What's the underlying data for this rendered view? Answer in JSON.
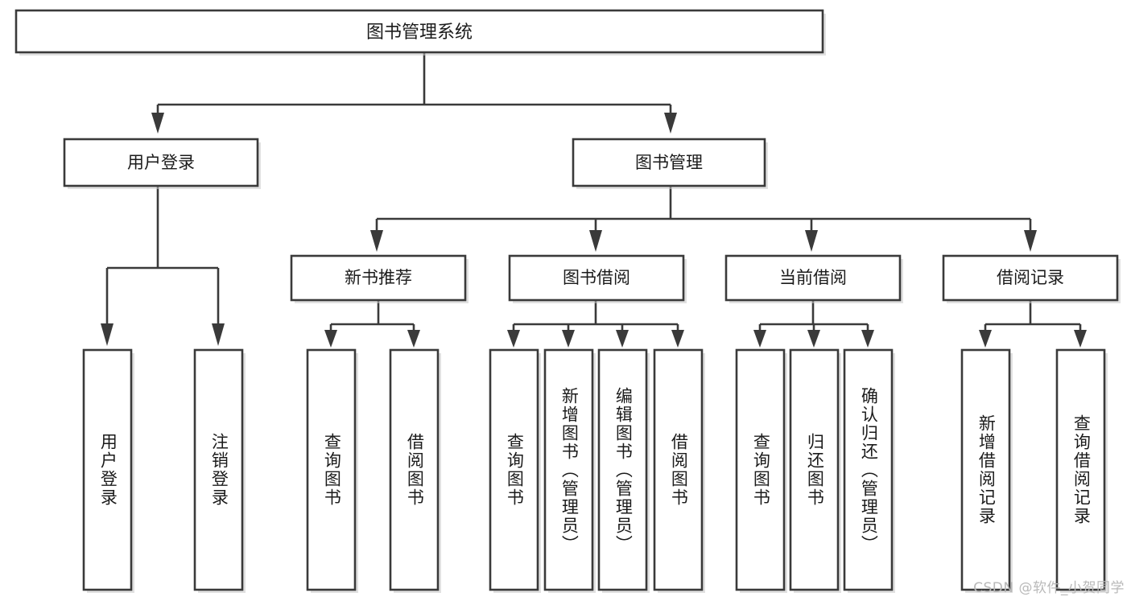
{
  "diagram": {
    "type": "tree-hierarchy",
    "title": "图书管理系统",
    "watermark": "CSDN @软件_小贺同学",
    "theme": {
      "background": "#ffffff",
      "stroke": "#3a3a3a",
      "text": "#1b1b1b",
      "shadow": "#c9c9c9",
      "watermark_color": "#b9b9b9"
    },
    "levels": {
      "root_label": "图书管理系统",
      "level2": [
        {
          "id": "user-login",
          "label": "用户登录"
        },
        {
          "id": "book-manage",
          "label": "图书管理"
        }
      ],
      "level3": [
        {
          "id": "new-book-recommend",
          "label": "新书推荐"
        },
        {
          "id": "book-borrow",
          "label": "图书借阅"
        },
        {
          "id": "current-borrow",
          "label": "当前借阅"
        },
        {
          "id": "borrow-record",
          "label": "借阅记录"
        }
      ],
      "leaves": {
        "user-login": [
          {
            "id": "leaf-user-login",
            "label": "用户登录"
          },
          {
            "id": "leaf-user-logout",
            "label": "注销登录"
          }
        ],
        "new-book-recommend": [
          {
            "id": "leaf-query-book-1",
            "label": "查询图书"
          },
          {
            "id": "leaf-borrow-book-1",
            "label": "借阅图书"
          }
        ],
        "book-borrow": [
          {
            "id": "leaf-query-book-2",
            "label": "查询图书"
          },
          {
            "id": "leaf-add-book",
            "label": "新增图书（管理员）"
          },
          {
            "id": "leaf-edit-book",
            "label": "编辑图书（管理员）"
          },
          {
            "id": "leaf-borrow-book-2",
            "label": "借阅图书"
          }
        ],
        "current-borrow": [
          {
            "id": "leaf-query-book-3",
            "label": "查询图书"
          },
          {
            "id": "leaf-return-book",
            "label": "归还图书"
          },
          {
            "id": "leaf-confirm-return",
            "label": "确认归还（管理员）"
          }
        ],
        "borrow-record": [
          {
            "id": "leaf-add-record",
            "label": "新增借阅记录"
          },
          {
            "id": "leaf-query-record",
            "label": "查询借阅记录"
          }
        ]
      }
    }
  }
}
